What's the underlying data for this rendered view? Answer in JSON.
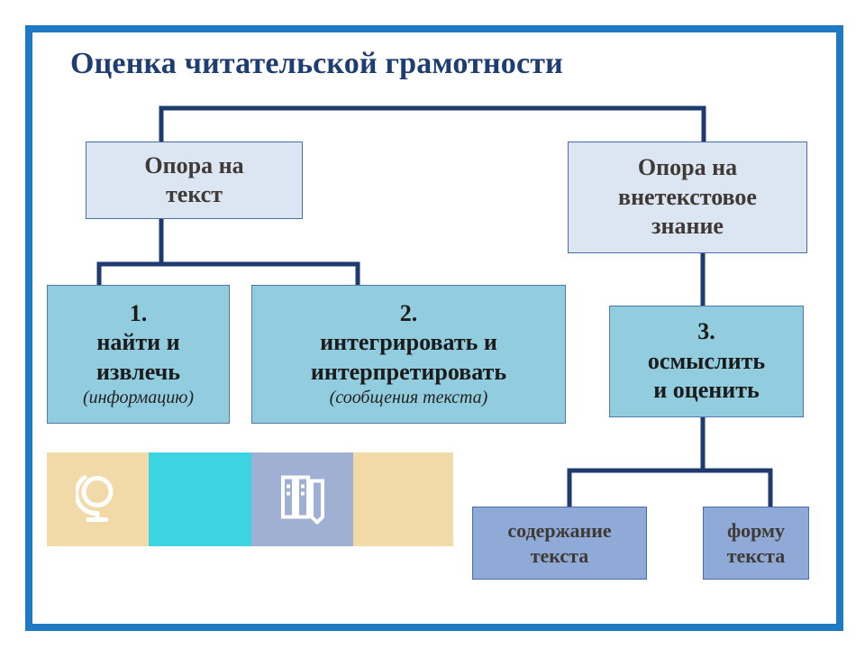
{
  "title": "Оценка читательской грамотности",
  "top_left": {
    "line1": "Опора на",
    "line2": "текст"
  },
  "top_right": {
    "line1": "Опора на",
    "line2": "внетекстовое",
    "line3": "знание"
  },
  "mid1": {
    "num": "1.",
    "line1": "найти и",
    "line2": "извлечь",
    "note": "(информацию)"
  },
  "mid2": {
    "num": "2.",
    "line1": "интегрировать и",
    "line2": "интерпретировать",
    "note": "(сообщения текста)"
  },
  "mid3": {
    "num": "3.",
    "line1": "осмыслить",
    "line2": "и оценить"
  },
  "bottom_left": {
    "line1": "содержание",
    "line2": "текста"
  },
  "bottom_right": {
    "line1": "форму",
    "line2": "текста"
  },
  "colors": {
    "frame": "#1e7ac4",
    "title": "#1e3d73",
    "connector": "#1e3a6e",
    "top_box_fill": "#dce5f2",
    "mid_box_fill": "#92cddf",
    "bottom_box_fill": "#8faad6",
    "band": [
      "#f1d9a8",
      "#3cd4e0",
      "#9fb0d3",
      "#f1d9a8"
    ]
  },
  "icons": [
    "globe-icon",
    "books-icon"
  ]
}
